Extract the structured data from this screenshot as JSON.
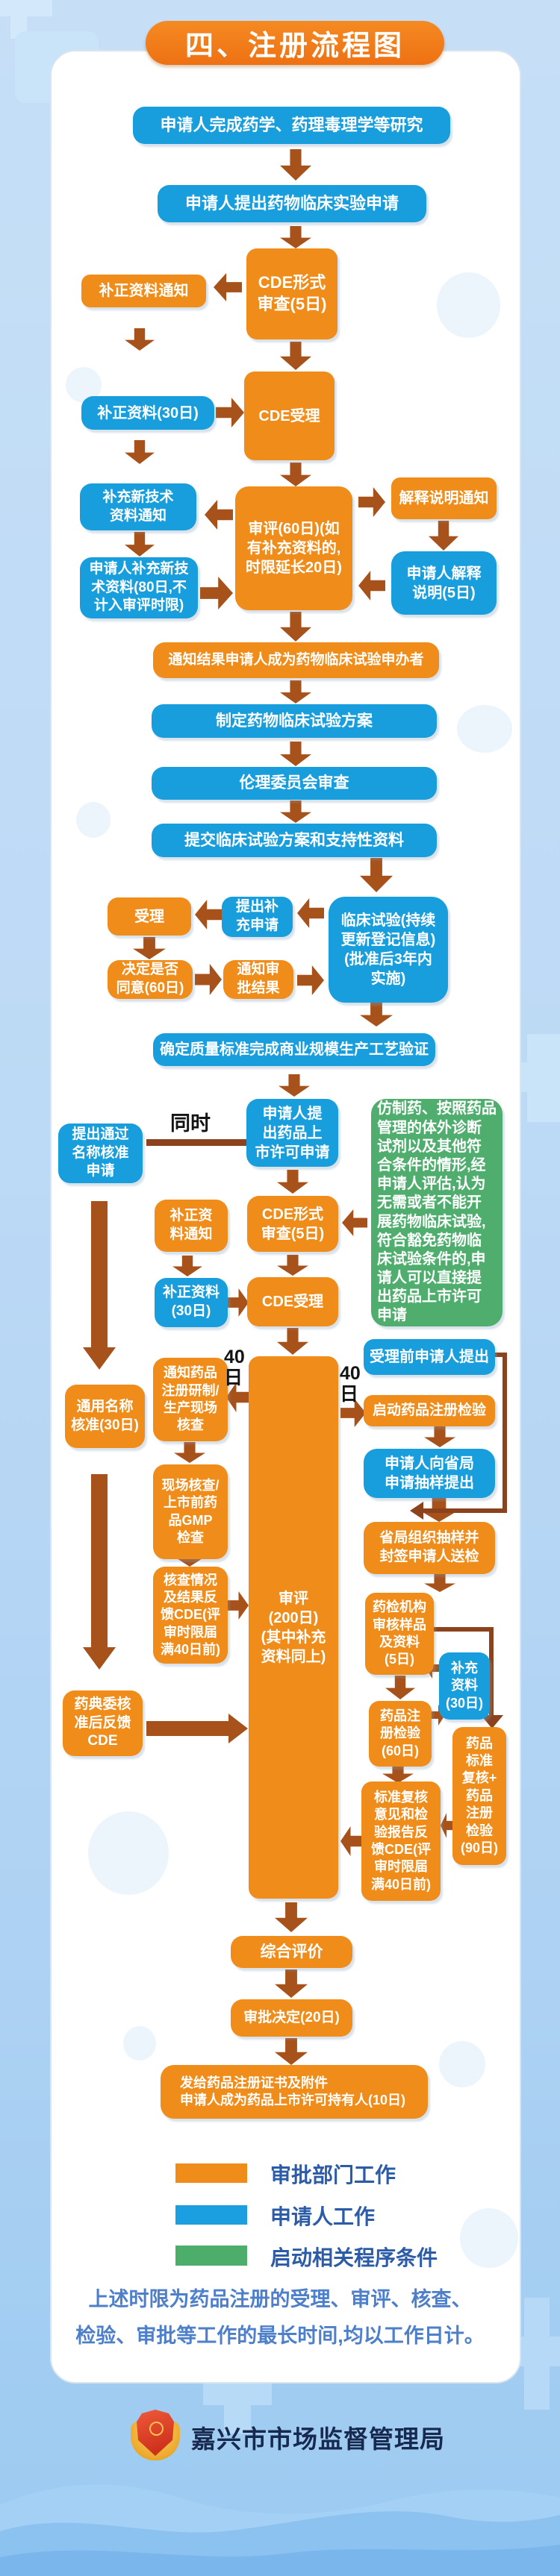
{
  "title": "四、注册流程图",
  "nodes": {
    "f1_research": "申请人完成药学、药理毒理学等研究",
    "f1_trial_application": "申请人提出药物临床实验申请",
    "f1_cde_format_review": "CDE形式\n审查(5日)",
    "f1_correction_notice": "补正资料通知",
    "f1_correction_materials": "补正资料(30日)",
    "f1_cde_acceptance": "CDE受理",
    "f1_supplement_tech_notice": "补充新技术\n资料通知",
    "f1_applicant_supplement": "申请人补充新技\n术资料(80日,不\n计入审评时限)",
    "f1_review60": "审评(60日)(如\n有补充资料的,\n时限延长20日)",
    "f1_explain_notice": "解释说明通知",
    "f1_applicant_explain": "申请人解释\n说明(5日)",
    "f1_notify_result": "通知结果申请人成为药物临床试验申办者",
    "f1_draft_protocol": "制定药物临床试验方案",
    "f1_ethics_review": "伦理委员会审查",
    "f1_submit_protocol": "提交临床试验方案和支持性资料",
    "f1_acceptance": "受理",
    "f1_supp_app": "提出补\n充申请",
    "f1_trial": "临床试验(持续\n更新登记信息)\n(批准后3年内\n实施)",
    "f1_decision": "决定是否\n同意(60日)",
    "f1_notify_approval": "通知审\n批结果",
    "f1_quality_standard": "确定质量标准完成商业规模生产工艺验证",
    "f2_submit_marketing": "申请人提\n出药品上\n市许可申请",
    "f2_name_approval": "提出通过\n名称核准\n申请",
    "f2_exemption": "仿制药、按照药品\n管理的体外诊断\n试剂以及其他符\n合条件的情形,经\n申请人评估,认为\n无需或者不能开\n展药物临床试验,\n符合豁免药物临\n床试验条件的,申\n请人可以直接提\n出药品上市许可\n申请",
    "f2_correction_notice": "补正资\n料通知",
    "f2_cde_format_review": "CDE形式\n审查(5日)",
    "f2_correction_materials": "补正资料\n(30日)",
    "f2_cde_acceptance": "CDE受理",
    "f2_generic_name": "通用名称\n核准(30日)",
    "f2_review200": "审评\n(200日)\n(其中补充\n资料同上)",
    "f2_notify_inspection": "通知药品\n注册研制/\n生产现场\n核查",
    "f2_site_gmp": "现场核查/\n上市前药\n品GMP\n检查",
    "f2_inspection_feedback": "核查情况\n及结果反\n馈CDE(评\n审时限届\n满40日前)",
    "f2_pharmacopoeia": "药典委核\n准后反馈\nCDE",
    "f2_pre_acceptance": "受理前申请人提出",
    "f2_start_test": "启动药品注册检验",
    "f2_apply_sampling": "申请人向省局\n申请抽样提出",
    "f2_province_sampling": "省局组织抽样并\n封签申请人送检",
    "f2_test_agency": "药检机构\n审核样品\n及资料\n(5日)",
    "f2_supp_materials": "补充\n资料\n(30日)",
    "f2_reg_test60": "药品注\n册检验\n(60日)",
    "f2_standard_review90": "药品\n标准\n复核+\n药品\n注册\n检验\n(90日)",
    "f2_standard_feedback": "标准复核\n意见和检\n验报告反\n馈CDE(评\n审时限届\n满40日前)",
    "f2_comprehensive": "综合评价",
    "f2_approval_decision": "审批决定(20日)",
    "f2_issue_cert": "发给药品注册证书及附件\n申请人成为药品上市许可持有人(10日)"
  },
  "labels": {
    "simultaneous": "同时",
    "days40_left": "40\n日",
    "days40_right": "40\n日"
  },
  "legend": [
    {
      "label": "审批部门工作",
      "color": "#EF8C1A"
    },
    {
      "label": "申请人工作",
      "color": "#1C9FE0"
    },
    {
      "label": "启动相关程序条件",
      "color": "#4CAE6A"
    }
  ],
  "note": "上述时限为药品注册的受理、审评、核查、\n检验、审批等工作的最长时间,均以工作日计。",
  "footer": {
    "agency": "嘉兴市市场监督管理局"
  },
  "colors": {
    "approval_orange": "#EF8C1A",
    "applicant_blue": "#189EDC",
    "condition_green": "#4FAE6D",
    "arrow_brown": "#A8521B",
    "title_orange": "#F0741E"
  }
}
